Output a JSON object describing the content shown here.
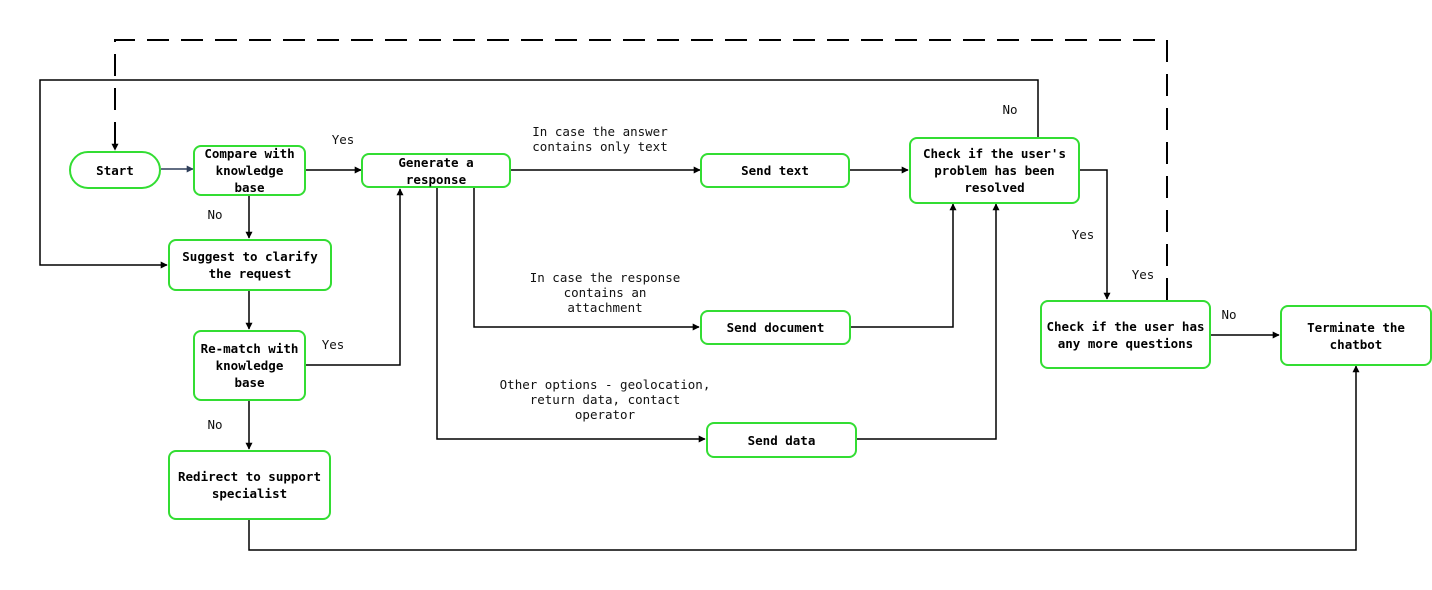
{
  "nodes": {
    "start": "Start",
    "compare": "Compare with\nknowledge base",
    "generate": "Generate a response",
    "send_text": "Send text",
    "check_resolved": "Check if the user's\nproblem has been\nresolved",
    "suggest": "Suggest to clarify\nthe request",
    "rematch": "Re-match with\nknowledge base",
    "redirect": "Redirect to support\nspecialist",
    "send_document": "Send document",
    "send_data": "Send data",
    "check_questions": "Check if the user has\nany more questions",
    "terminate": "Terminate the\nchatbot"
  },
  "labels": {
    "yes_compare": "Yes",
    "no_compare": "No",
    "yes_rematch": "Yes",
    "no_rematch": "No",
    "no_resolved": "No",
    "yes_resolved": "Yes",
    "yes_questions": "Yes",
    "no_questions": "No",
    "case_text": "In case the answer\ncontains only text",
    "case_attachment": "In case the response\ncontains an\nattachment",
    "case_other": "Other options - geolocation,\nreturn data, contact\noperator"
  },
  "colors": {
    "node_border": "#33dd33",
    "edge": "#000000",
    "start_edge": "#2f3f5a"
  }
}
